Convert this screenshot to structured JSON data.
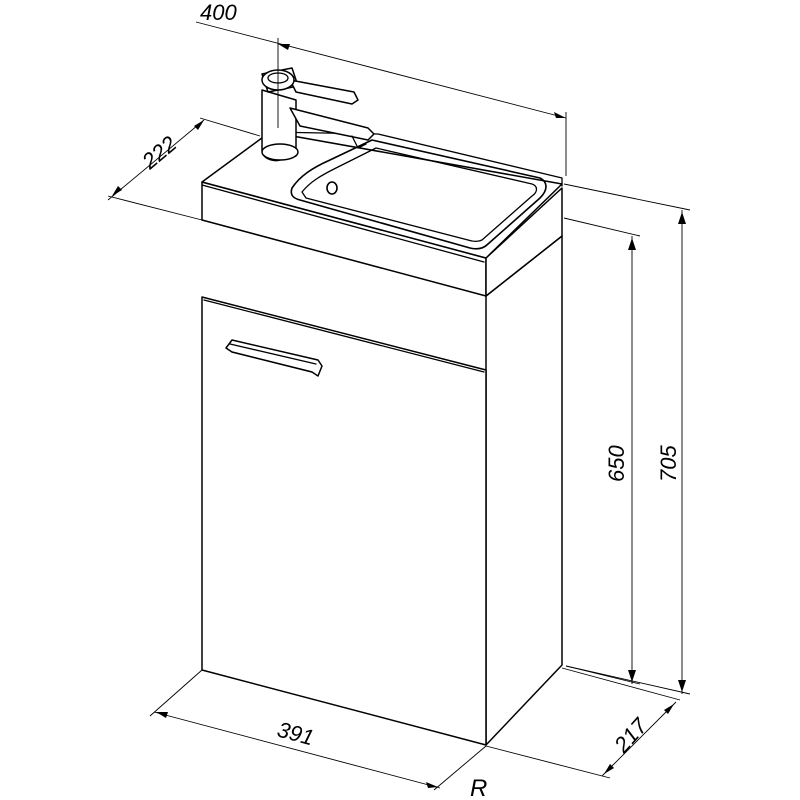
{
  "dimensions": {
    "top_width": "400",
    "depth": "222",
    "height_cabinet": "650",
    "height_total": "705",
    "cabinet_width": "391",
    "cabinet_depth": "217",
    "hinge_side": "R"
  }
}
